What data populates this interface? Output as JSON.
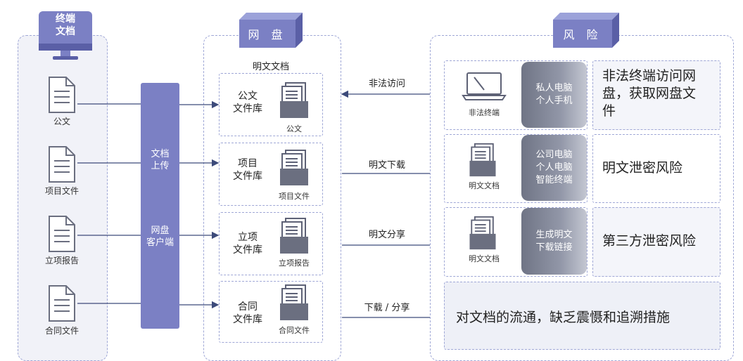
{
  "terminal": {
    "title_line1": "终端",
    "title_line2": "文档",
    "docs": [
      "公文",
      "项目文件",
      "立项报告",
      "合同文件"
    ]
  },
  "upload_bar": {
    "label1_line1": "文档",
    "label1_line2": "上传",
    "label2_line1": "网盘",
    "label2_line2": "客户端"
  },
  "netdisk": {
    "title": "网 盘",
    "subtitle": "明文文档",
    "libraries": [
      {
        "title_line1": "公文",
        "title_line2": "文件库",
        "caption": "公文"
      },
      {
        "title_line1": "项目",
        "title_line2": "文件库",
        "caption": "项目文件"
      },
      {
        "title_line1": "立项",
        "title_line2": "文件库",
        "caption": "立项报告"
      },
      {
        "title_line1": "合同",
        "title_line2": "文件库",
        "caption": "合同文件"
      }
    ]
  },
  "arrows": {
    "a1": "非法访问",
    "a2": "明文下载",
    "a3": "明文分享",
    "a4": "下载 / 分享"
  },
  "risk": {
    "title": "风 险",
    "rows": [
      {
        "icon_caption": "非法终端",
        "tag_line1": "私人电脑",
        "tag_line2": "个人手机",
        "tag_line3": "",
        "risk_line1": "非法终端访问网",
        "risk_line2": "盘，获取网盘文",
        "risk_line3": "件"
      },
      {
        "icon_caption": "明文文档",
        "tag_line1": "公司电脑",
        "tag_line2": "个人电脑",
        "tag_line3": "智能终端",
        "risk_line1": "明文泄密风险"
      },
      {
        "icon_caption": "明文文档",
        "tag_line1": "生成明文",
        "tag_line2": "下载链接",
        "tag_line3": "",
        "risk_line1": "第三方泄密风险"
      }
    ],
    "bottom": "对文档的流通，缺乏震慑和追溯措施"
  },
  "colors": {
    "accent": "#7b80c4",
    "accent_dark": "#5a5fa6",
    "dashed_border": "#9fa7d6",
    "arrow": "#3c4a7a"
  }
}
